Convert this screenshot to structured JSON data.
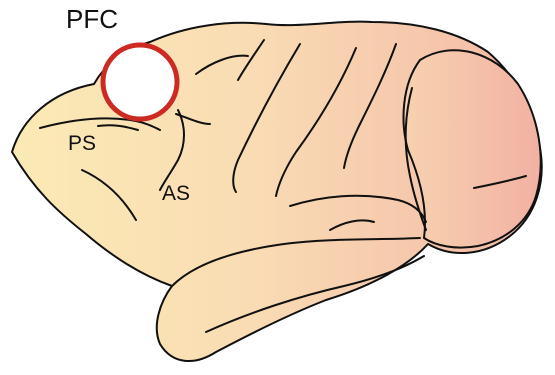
{
  "labels": {
    "pfc": "PFC",
    "ps": "PS",
    "as": "AS"
  },
  "colors": {
    "outline": "#111111",
    "marker": "#cc2a22",
    "fill_front": "#fbeab5",
    "fill_back": "#f4b9a7"
  },
  "marker_shape": "circle"
}
